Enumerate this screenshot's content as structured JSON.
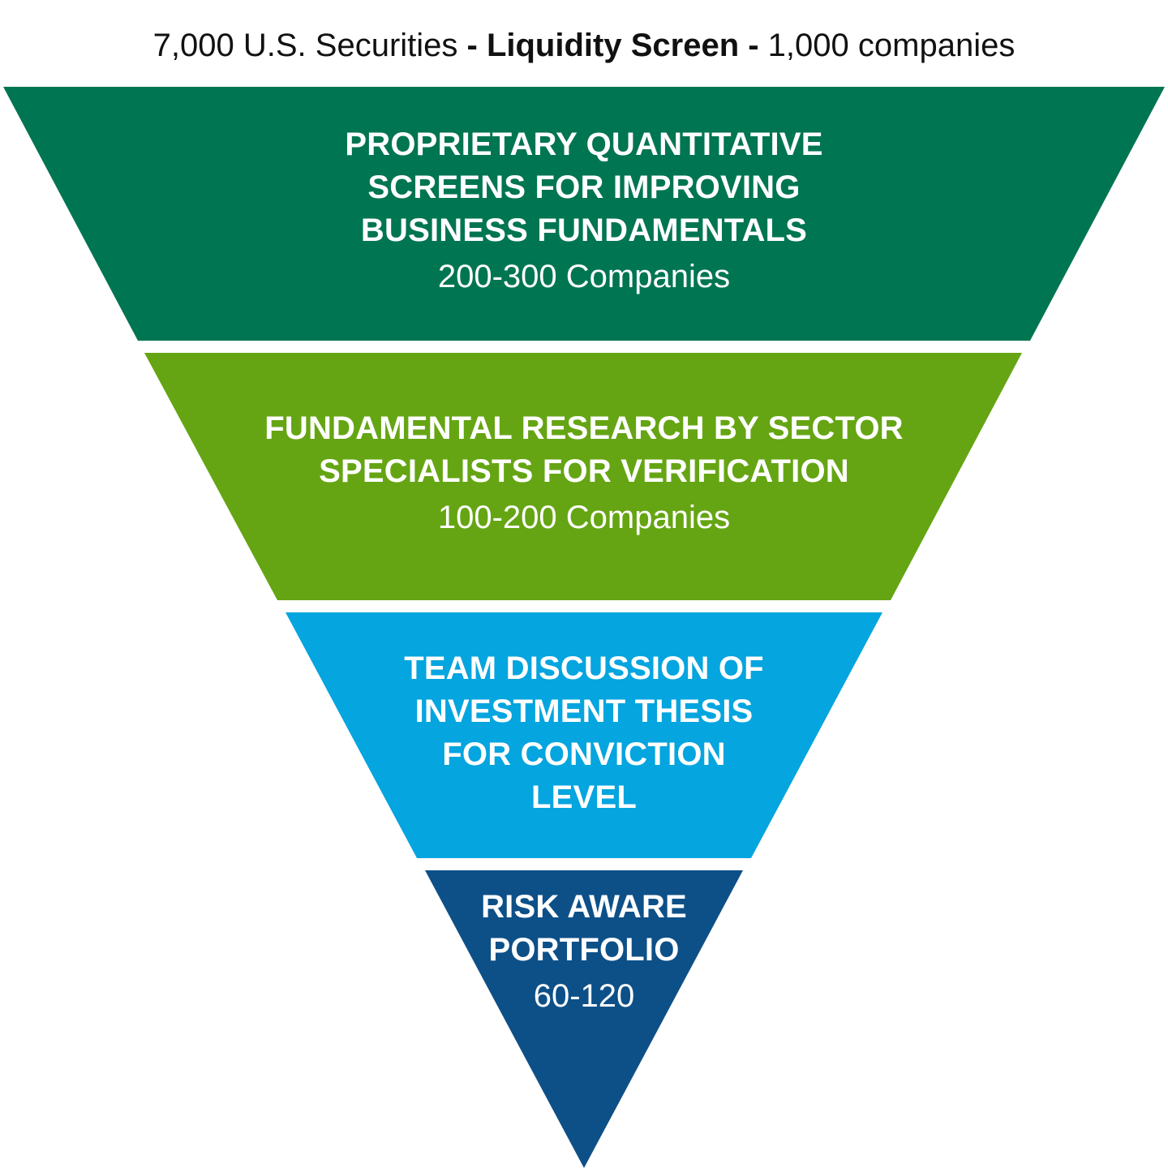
{
  "header": {
    "left": "7,000 U.S. Securities",
    "middle": " - Liquidity Screen - ",
    "right": "1,000 companies"
  },
  "tiers": [
    {
      "title_lines": [
        "PROPRIETARY QUANTITATIVE",
        "SCREENS FOR IMPROVING",
        "BUSINESS FUNDAMENTALS"
      ],
      "count": "200-300 Companies",
      "color": "#007551"
    },
    {
      "title_lines": [
        "FUNDAMENTAL RESEARCH BY SECTOR",
        "SPECIALISTS FOR VERIFICATION"
      ],
      "count": "100-200 Companies",
      "color": "#65A513"
    },
    {
      "title_lines": [
        "TEAM DISCUSSION OF",
        "INVESTMENT THESIS",
        "FOR CONVICTION",
        "LEVEL"
      ],
      "count": "",
      "color": "#05A5DF"
    },
    {
      "title_lines": [
        "RISK AWARE",
        "PORTFOLIO"
      ],
      "count": "60-120",
      "color": "#0D5088"
    }
  ]
}
